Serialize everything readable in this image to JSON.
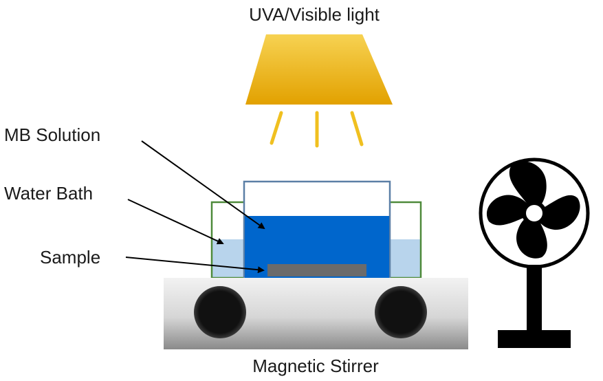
{
  "labels": {
    "light": "UVA/Visible light",
    "mb_solution": "MB Solution",
    "water_bath": "Water Bath",
    "sample": "Sample",
    "stirrer": "Magnetic Stirrer"
  },
  "colors": {
    "lamp_light": "#f7d252",
    "lamp_dark": "#e2a100",
    "ray": "#f0c020",
    "mb_solution": "#0066cc",
    "water_bath": "#b8d4ec",
    "water_bath_outline": "#4e8a3a",
    "beaker_outline": "#5b7fa6",
    "sample": "#6b6b6b",
    "stirrer_light": "#f2f2f2",
    "stirrer_dark": "#8a8a8a",
    "stirrer_wheel": "#111111",
    "fan": "#000000",
    "arrow": "#000000"
  },
  "icons": {
    "lamp": "lamp-icon",
    "fan": "fan-icon"
  }
}
